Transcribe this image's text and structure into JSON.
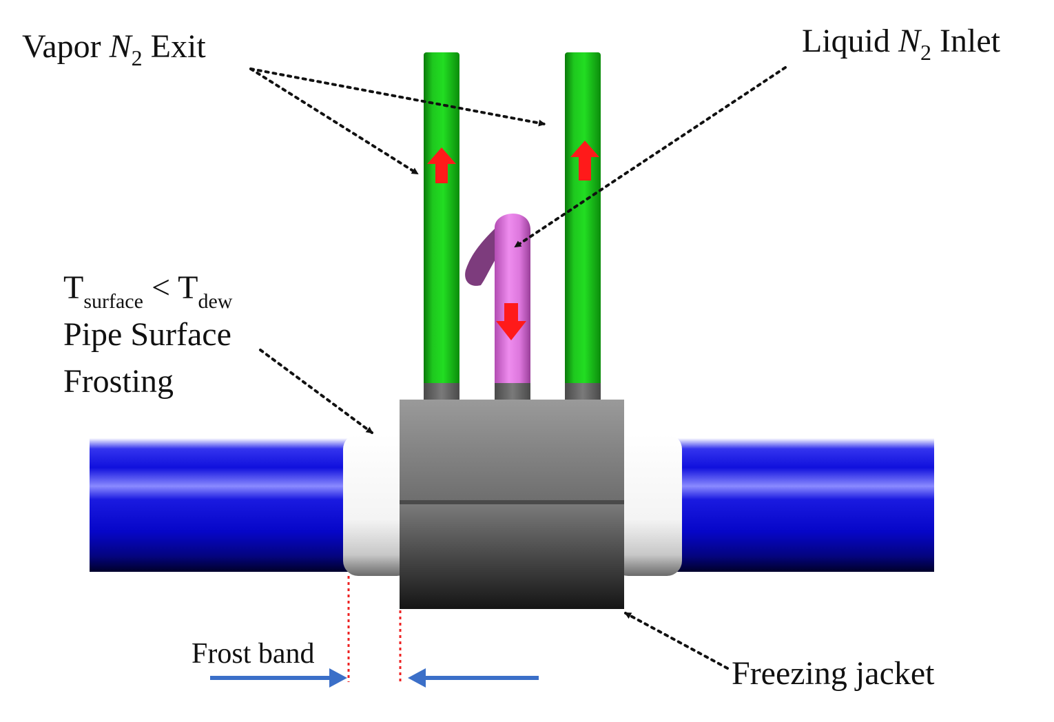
{
  "labels": {
    "vapor_exit": {
      "prefix": "Vapor ",
      "symbol": "N",
      "subscript": "2",
      "suffix": " Exit"
    },
    "liquid_inlet": {
      "prefix": "Liquid ",
      "symbol": "N",
      "subscript": "2",
      "suffix": " Inlet"
    },
    "condition": {
      "t1": "T",
      "t1_sub": "surface",
      "op": " < ",
      "t2": "T",
      "t2_sub": "dew"
    },
    "frosting_line1": "Pipe Surface",
    "frosting_line2": "Frosting",
    "frost_band": "Frost band",
    "freezing_jacket": "Freezing jacket"
  },
  "colors": {
    "exit_pipe": "#19d219",
    "inlet_pipe": "#e67ee6",
    "main_pipe": "#1e1ee6",
    "jacket": "#7a7a7a",
    "frost": "#ffffff",
    "flow_arrow": "#ff1a1a",
    "band_arrow": "#3b6fc8",
    "band_marker": "#ee2222"
  }
}
